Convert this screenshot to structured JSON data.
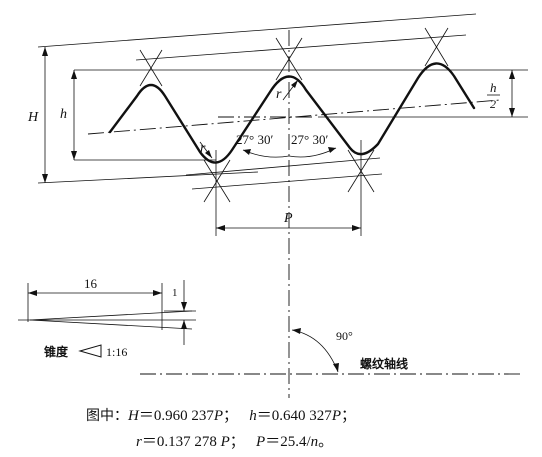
{
  "labels": {
    "H": "H",
    "h": "h",
    "h_half_num": "h",
    "h_half_den": "2",
    "r_top": "r",
    "r_bottom": "r",
    "angle_left": "27° 30′",
    "angle_right": "27° 30′",
    "P": "P",
    "taper_length": "16",
    "taper_rise": "1",
    "taper_label": "锥度",
    "taper_ratio": "1:16",
    "right_angle": "90°",
    "axis_label": "螺纹轴线"
  },
  "formula": {
    "line1_prefix": "图中：",
    "H_sym": "H",
    "H_val": "＝0.960 237",
    "H_unit": "P",
    "h_sym": "h",
    "h_val": "＝0.640 327",
    "h_unit": "P",
    "line1_end": "；",
    "r_sym": "r",
    "r_val": "＝0.137 278 ",
    "r_unit": "P",
    "sep": "；",
    "P_sym": "P",
    "P_val": "＝25.4/",
    "n_sym": "n",
    "line2_end": "。"
  }
}
